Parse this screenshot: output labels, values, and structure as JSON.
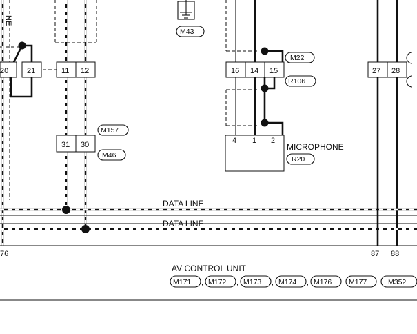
{
  "left_vertical_label": "NE",
  "ground_connector": "M43",
  "pins": {
    "p20": "20",
    "p21": "21",
    "p11": "11",
    "p12": "12",
    "p16": "16",
    "p14": "14",
    "p15": "15",
    "p27": "27",
    "p28": "28",
    "p31": "31",
    "p30": "30",
    "p4": "4",
    "p1": "1",
    "p2": "2",
    "p76": "76",
    "p87": "87",
    "p88": "88"
  },
  "connectors": {
    "m22": "M22",
    "r106": "R106",
    "m157": "M157",
    "m46": "M46",
    "r20": "R20"
  },
  "microphone_label": "MICROPHONE",
  "data_line_1": "DATA LINE",
  "data_line_2": "DATA LINE",
  "av_unit_label": "AV CONTROL UNIT",
  "av_connectors": [
    "M171",
    "M172",
    "M173",
    "M174",
    "M176",
    "M177",
    "M352"
  ],
  "separator": ","
}
